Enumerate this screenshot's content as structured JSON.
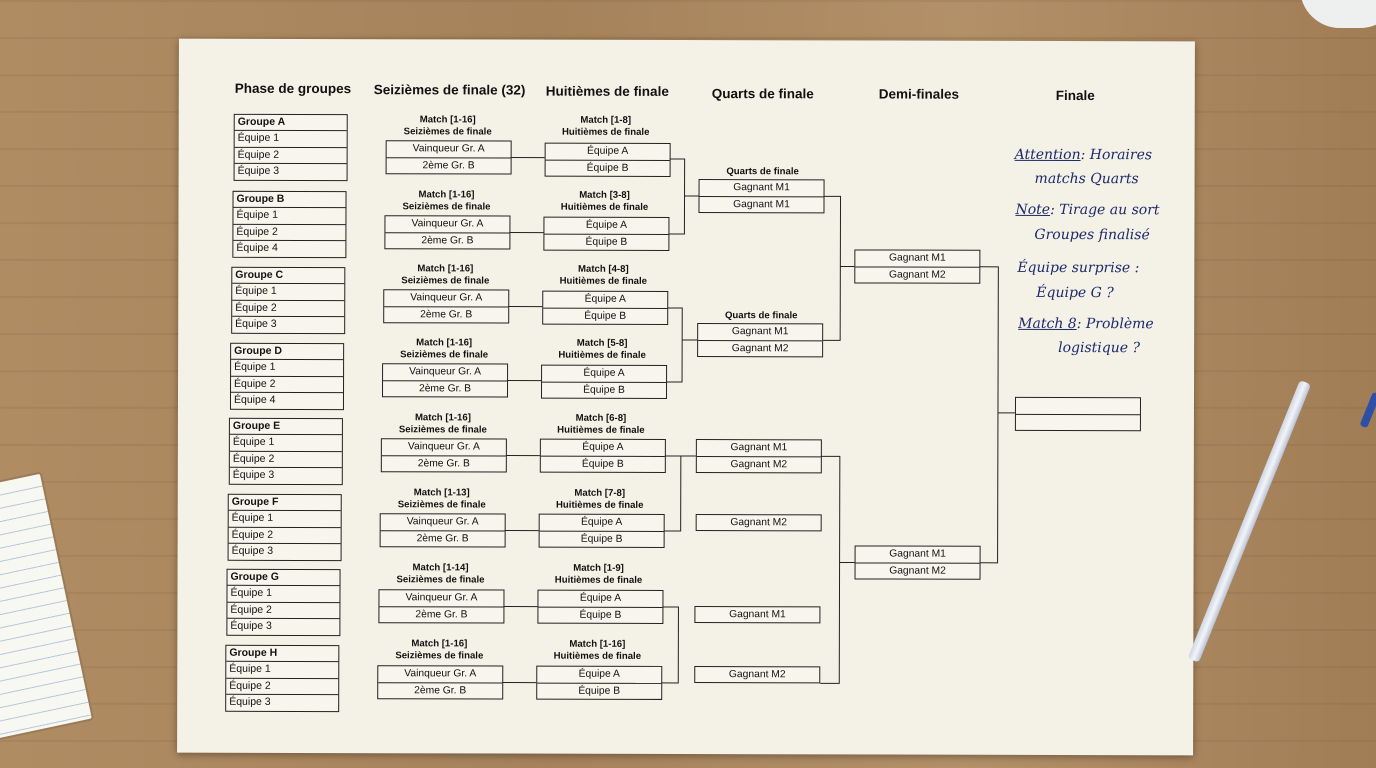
{
  "headers": {
    "groups": "Phase de groupes",
    "r32": "Seizièmes de finale (32)",
    "r16": "Huitièmes de finale",
    "qf": "Quarts de finale",
    "sf": "Demi-finales",
    "final": "Finale"
  },
  "groups": [
    {
      "name": "Groupe A",
      "teams": [
        "Équipe 1",
        "Équipe 2",
        "Équipe 3"
      ]
    },
    {
      "name": "Groupe B",
      "teams": [
        "Équipe 1",
        "Équipe 2",
        "Équipe 4"
      ]
    },
    {
      "name": "Groupe C",
      "teams": [
        "Équipe 1",
        "Équipe 2",
        "Équipe 3"
      ]
    },
    {
      "name": "Groupe D",
      "teams": [
        "Équipe 1",
        "Équipe 2",
        "Équipe 4"
      ]
    },
    {
      "name": "Groupe E",
      "teams": [
        "Équipe 1",
        "Équipe 2",
        "Équipe 3"
      ]
    },
    {
      "name": "Groupe F",
      "teams": [
        "Équipe 1",
        "Équipe 2",
        "Équipe 3"
      ]
    },
    {
      "name": "Groupe G",
      "teams": [
        "Équipe 1",
        "Équipe 2",
        "Équipe 3"
      ]
    },
    {
      "name": "Groupe H",
      "teams": [
        "Équipe 1",
        "Équipe 2",
        "Équipe 3"
      ]
    }
  ],
  "r32": [
    {
      "label": "Match [1-16]",
      "round": "Seizièmes de finale",
      "teams": [
        "Vainqueur Gr. A",
        "2ème Gr. B"
      ]
    },
    {
      "label": "Match [1-16]",
      "round": "Seizièmes de finale",
      "teams": [
        "Vainqueur Gr. A",
        "2ème Gr. B"
      ]
    },
    {
      "label": "Match [1-16]",
      "round": "Seizièmes de finale",
      "teams": [
        "Vainqueur Gr. A",
        "2ème Gr. B"
      ]
    },
    {
      "label": "Match [1-16]",
      "round": "Seizièmes de finale",
      "teams": [
        "Vainqueur Gr. A",
        "2ème Gr. B"
      ]
    },
    {
      "label": "Match [1-16]",
      "round": "Seizièmes de finale",
      "teams": [
        "Vainqueur Gr. A",
        "2ème Gr. B"
      ]
    },
    {
      "label": "Match [1-13]",
      "round": "Seizièmes de finale",
      "teams": [
        "Vainqueur Gr. A",
        "2ème Gr. B"
      ]
    },
    {
      "label": "Match [1-14]",
      "round": "Seizièmes de finale",
      "teams": [
        "Vainqueur Gr. A",
        "2ème Gr. B"
      ]
    },
    {
      "label": "Match [1-16]",
      "round": "Seizièmes de finale",
      "teams": [
        "Vainqueur Gr. A",
        "2ème Gr. B"
      ]
    }
  ],
  "r16": [
    {
      "label": "Match [1-8]",
      "round": "Huitièmes de finale",
      "teams": [
        "Équipe A",
        "Équipe B"
      ]
    },
    {
      "label": "Match [3-8]",
      "round": "Huitièmes de finale",
      "teams": [
        "Équipe A",
        "Équipe B"
      ]
    },
    {
      "label": "Match [4-8]",
      "round": "Huitièmes de finale",
      "teams": [
        "Équipe A",
        "Équipe B"
      ]
    },
    {
      "label": "Match [5-8]",
      "round": "Huitièmes de finale",
      "teams": [
        "Équipe A",
        "Équipe B"
      ]
    },
    {
      "label": "Match [6-8]",
      "round": "Huitièmes de finale",
      "teams": [
        "Équipe A",
        "Équipe B"
      ]
    },
    {
      "label": "Match [7-8]",
      "round": "Huitièmes de finale",
      "teams": [
        "Équipe A",
        "Équipe B"
      ]
    },
    {
      "label": "Match [1-9]",
      "round": "Huitièmes de finale",
      "teams": [
        "Équipe A",
        "Équipe B"
      ]
    },
    {
      "label": "Match [1-16]",
      "round": "Huitièmes de finale",
      "teams": [
        "Équipe A",
        "Équipe B"
      ]
    }
  ],
  "qf": [
    {
      "label": "Quarts de finale",
      "teams": [
        "Gagnant M1",
        "Gagnant M1"
      ]
    },
    {
      "label": "Quarts de finale",
      "teams": [
        "Gagnant M1",
        "Gagnant M2"
      ]
    },
    {
      "label": "",
      "teams": [
        "Gagnant M1",
        "Gagnant M2"
      ]
    }
  ],
  "qf_singles": [
    "Gagnant M2",
    "Gagnant M1",
    "Gagnant M2"
  ],
  "sf": [
    {
      "teams": [
        "Gagnant M1",
        "Gagnant M2"
      ]
    },
    {
      "teams": [
        "Gagnant M1",
        "Gagnant M2"
      ]
    }
  ],
  "final": {
    "teams": [
      "",
      ""
    ]
  },
  "notes": [
    {
      "key": "Attention",
      "rest": ": Horaires",
      "line2": "matchs Quarts"
    },
    {
      "key": "Note",
      "rest": ": Tirage au sort",
      "line2": "Groupes finalisé"
    },
    {
      "key": "",
      "rest": "Équipe surprise :",
      "line2": "Équipe G ?"
    },
    {
      "key": "Match 8",
      "rest": ": Problème",
      "line2": "logistique ?"
    }
  ]
}
